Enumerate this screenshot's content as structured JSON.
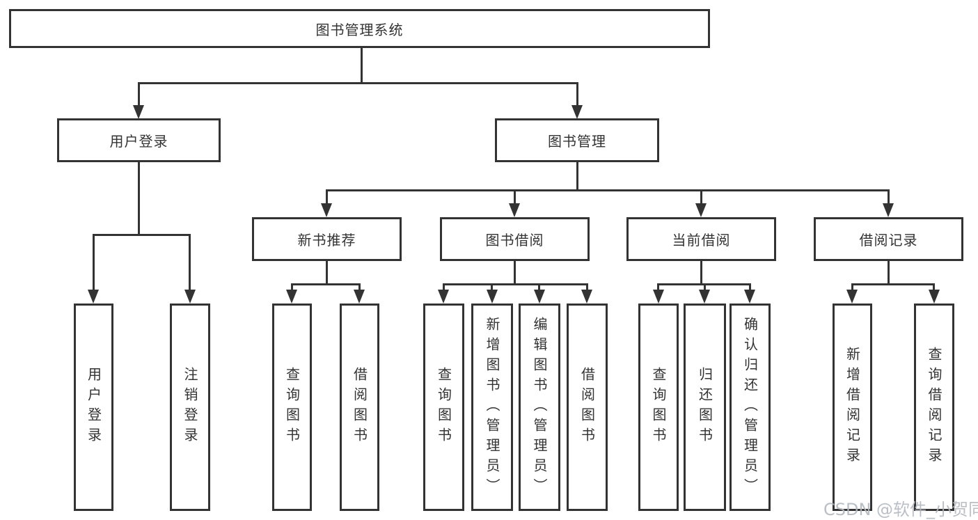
{
  "diagram": {
    "root_label": "图书管理系统",
    "level2": {
      "user_login": "用户登录",
      "book_mgmt": "图书管理"
    },
    "level3": {
      "new_book": "新书推荐",
      "book_borrow": "图书借阅",
      "current_borrow": "当前借阅",
      "borrow_records": "借阅记录"
    },
    "leaves": {
      "user": [
        "用户登录",
        "注销登录"
      ],
      "new_book": [
        "查询图书",
        "借阅图书"
      ],
      "book_borrow": [
        "查询图书",
        "新增图书（管理员）",
        "编辑图书（管理员）",
        "借阅图书"
      ],
      "current_borrow": [
        "查询图书",
        "归还图书",
        "确认归还（管理员）"
      ],
      "borrow_records": [
        "新增借阅记录",
        "查询借阅记录"
      ]
    }
  },
  "watermark": "CSDN @软件_小贺同学",
  "colors": {
    "line": "#333333",
    "text": "#333333",
    "background": "#ffffff",
    "watermark": "#b3b9bf"
  }
}
